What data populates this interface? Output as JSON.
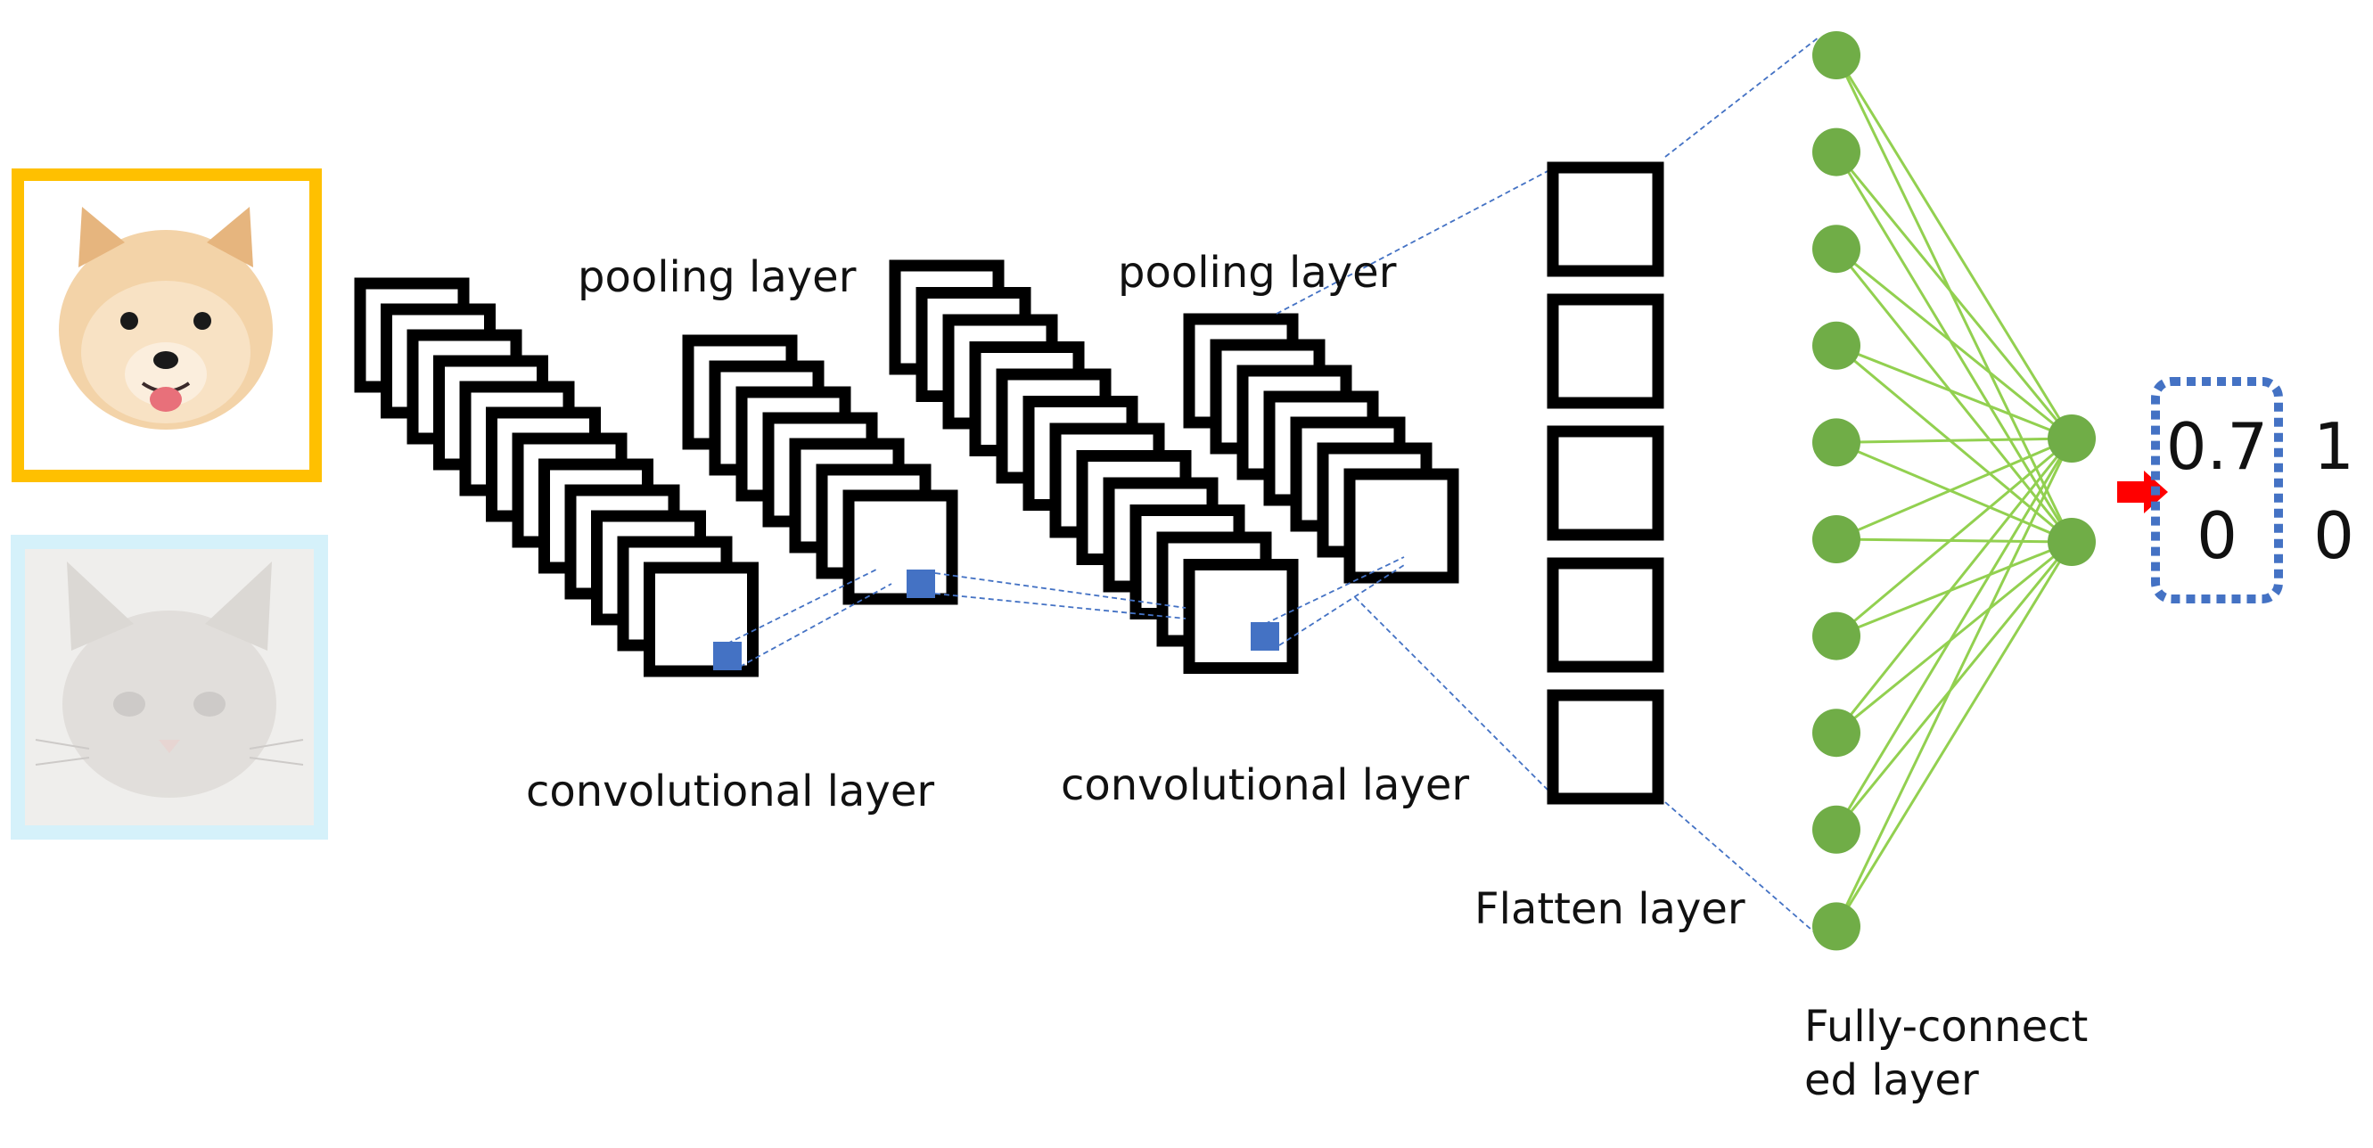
{
  "labels": {
    "pool1": "pooling layer",
    "pool2": "pooling layer",
    "conv1": "convolutional layer",
    "conv2": "convolutional layer",
    "flatten": "Flatten layer",
    "fc_line1": "Fully-connect",
    "fc_line2": "ed layer"
  },
  "output": {
    "pred": [
      "0.7",
      "0"
    ],
    "target": [
      "1",
      "0"
    ]
  },
  "colors": {
    "dog_frame": "#ffc000",
    "cat_frame": "#d5f1fa",
    "kernel": "#4472c4",
    "node": "#70ad47",
    "edge": "#92d050",
    "arrow": "#ff0000",
    "output_box": "#4472c4"
  },
  "icons": {
    "dog": "dog-photo",
    "cat": "cat-photo",
    "arrow": "red-right-arrow-icon"
  }
}
